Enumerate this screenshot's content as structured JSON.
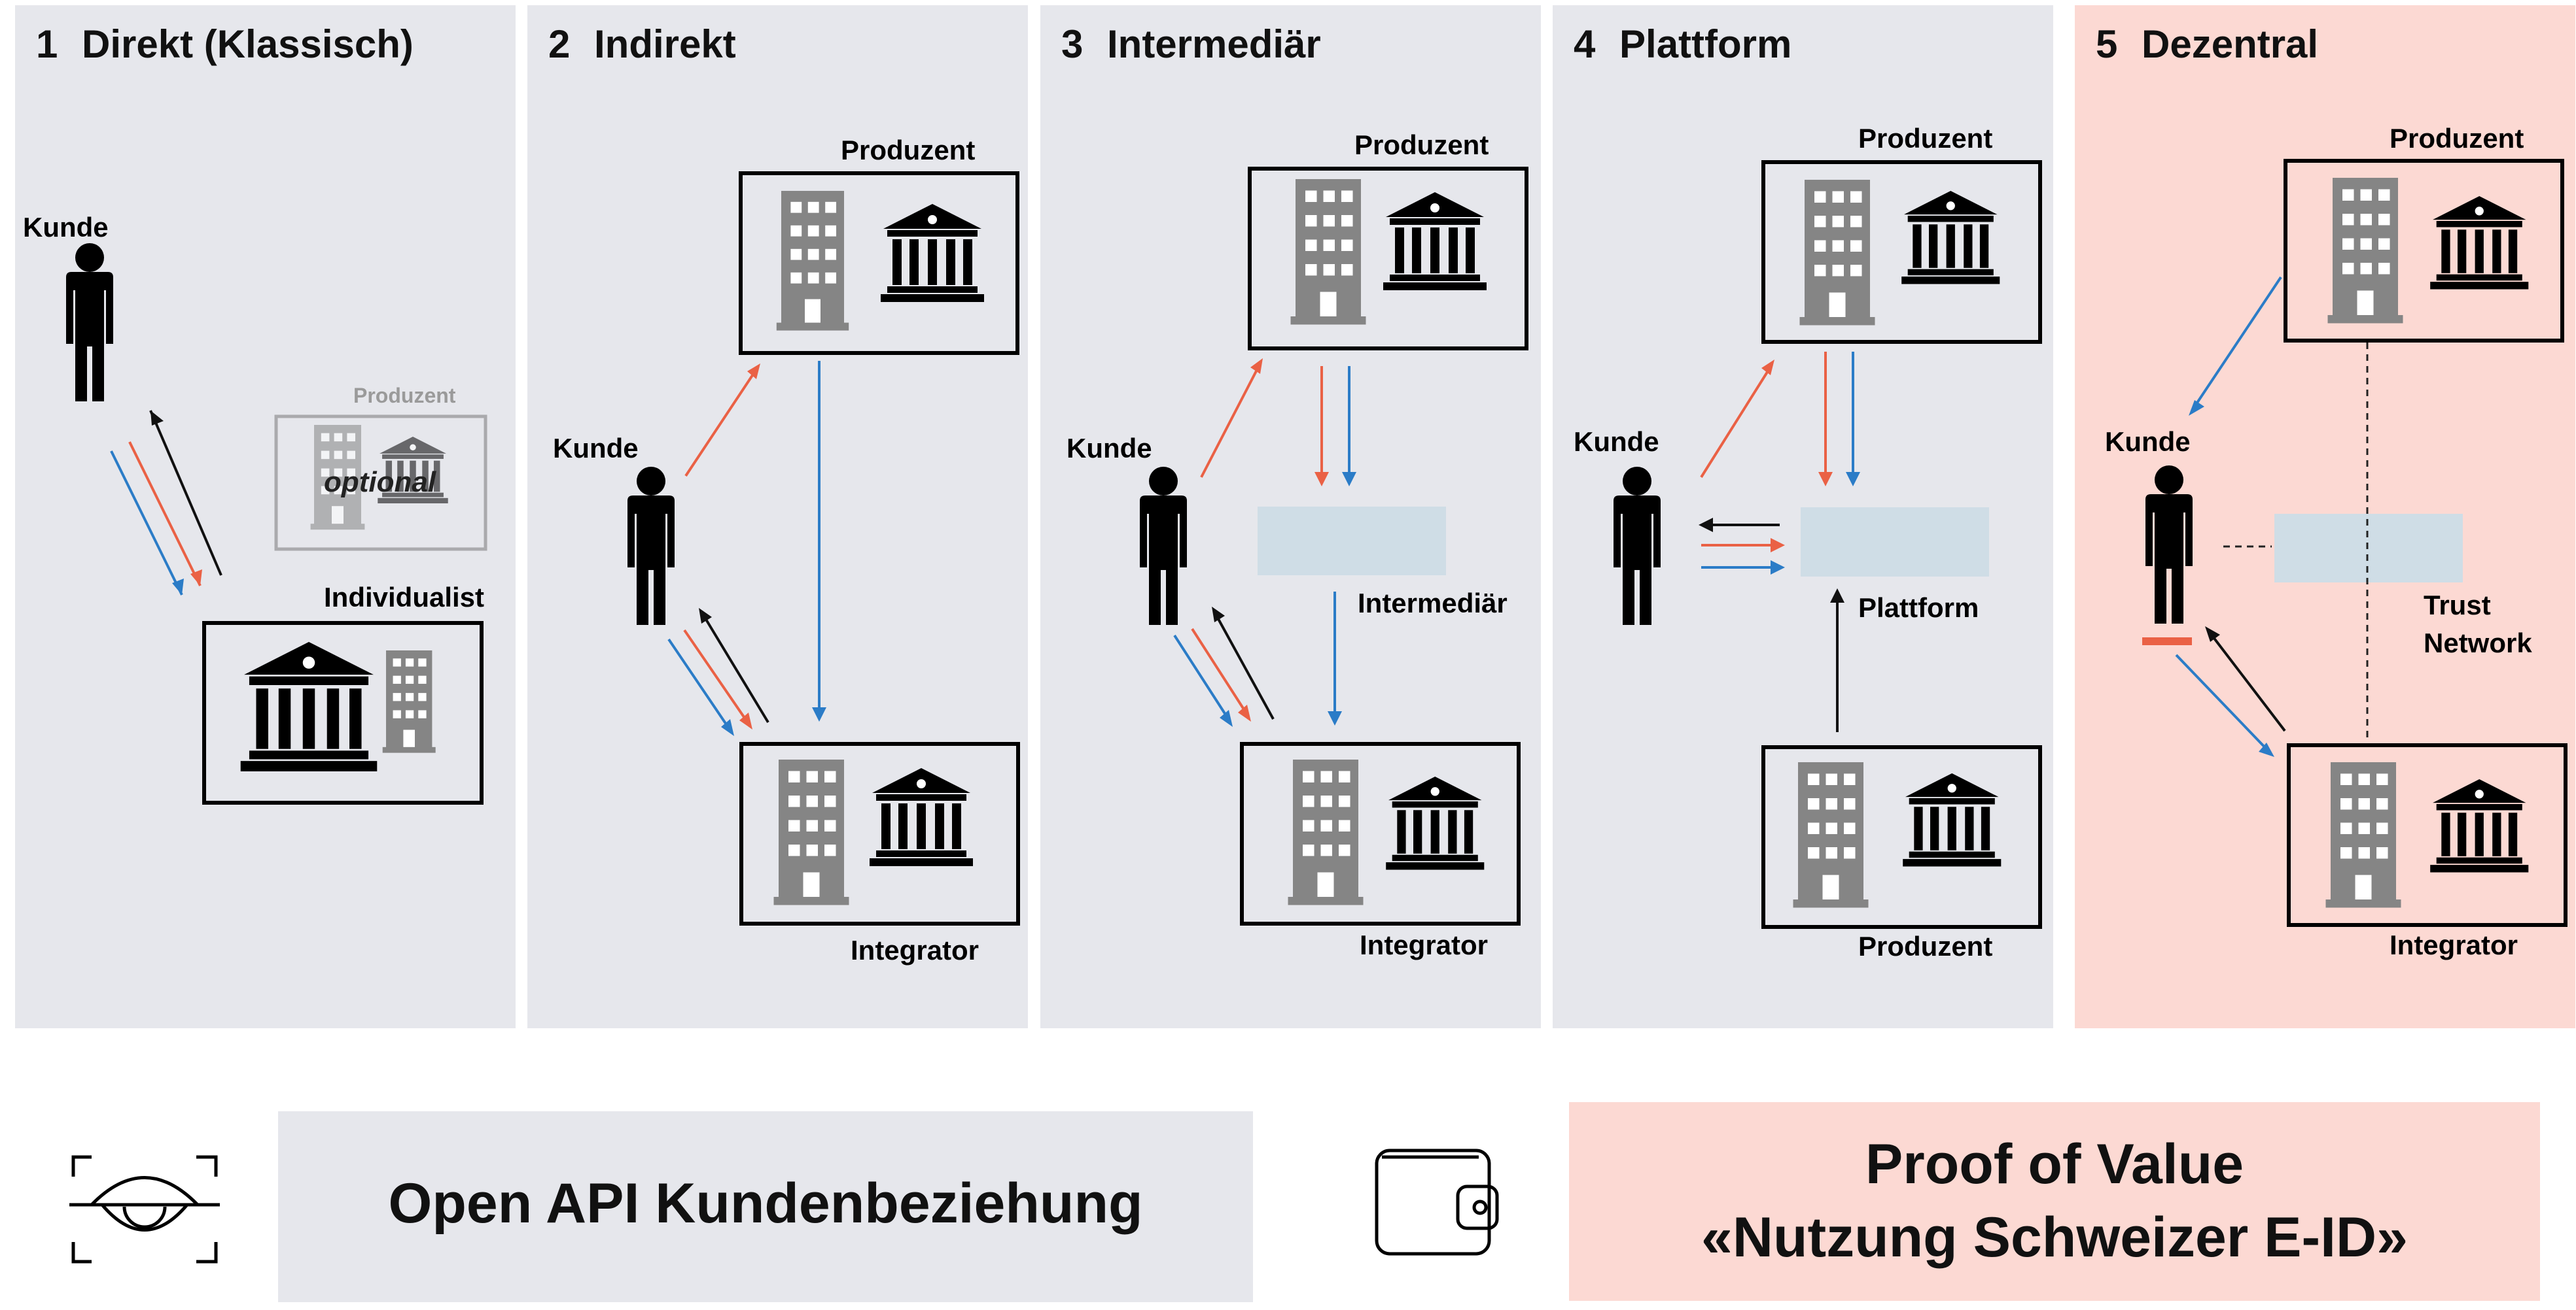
{
  "colors": {
    "panel_bg": "#e6e7ec",
    "highlight_bg": "#fcd9d3",
    "intermediary_box": "#cfdde6",
    "building_gray": "#858585",
    "arrow_red": "#ea6145",
    "arrow_blue": "#2b7cc7",
    "arrow_black": "#111111"
  },
  "panels": [
    {
      "number": "1",
      "title": "Direkt (Klassisch)",
      "labels": {
        "kunde": "Kunde",
        "produzent": "Produzent",
        "optional": "optional",
        "individualist": "Individualist"
      }
    },
    {
      "number": "2",
      "title": "Indirekt",
      "labels": {
        "produzent": "Produzent",
        "kunde": "Kunde",
        "integrator": "Integrator"
      }
    },
    {
      "number": "3",
      "title": "Intermediär",
      "labels": {
        "produzent": "Produzent",
        "kunde": "Kunde",
        "intermediaer": "Intermediär",
        "integrator": "Integrator"
      }
    },
    {
      "number": "4",
      "title": "Plattform",
      "labels": {
        "produzent_top": "Produzent",
        "kunde": "Kunde",
        "plattform": "Plattform",
        "produzent_bottom": "Produzent"
      }
    },
    {
      "number": "5",
      "title": "Dezentral",
      "labels": {
        "produzent": "Produzent",
        "kunde": "Kunde",
        "trust_1": "Trust",
        "trust_2": "Network",
        "integrator": "Integrator"
      }
    }
  ],
  "bottom": {
    "left_icon": "eye-scan-icon",
    "left_label": "Open API Kundenbeziehung",
    "right_icon": "wallet-icon",
    "right_line1": "Proof of Value",
    "right_line2": "«Nutzung Schweizer E-ID»"
  }
}
